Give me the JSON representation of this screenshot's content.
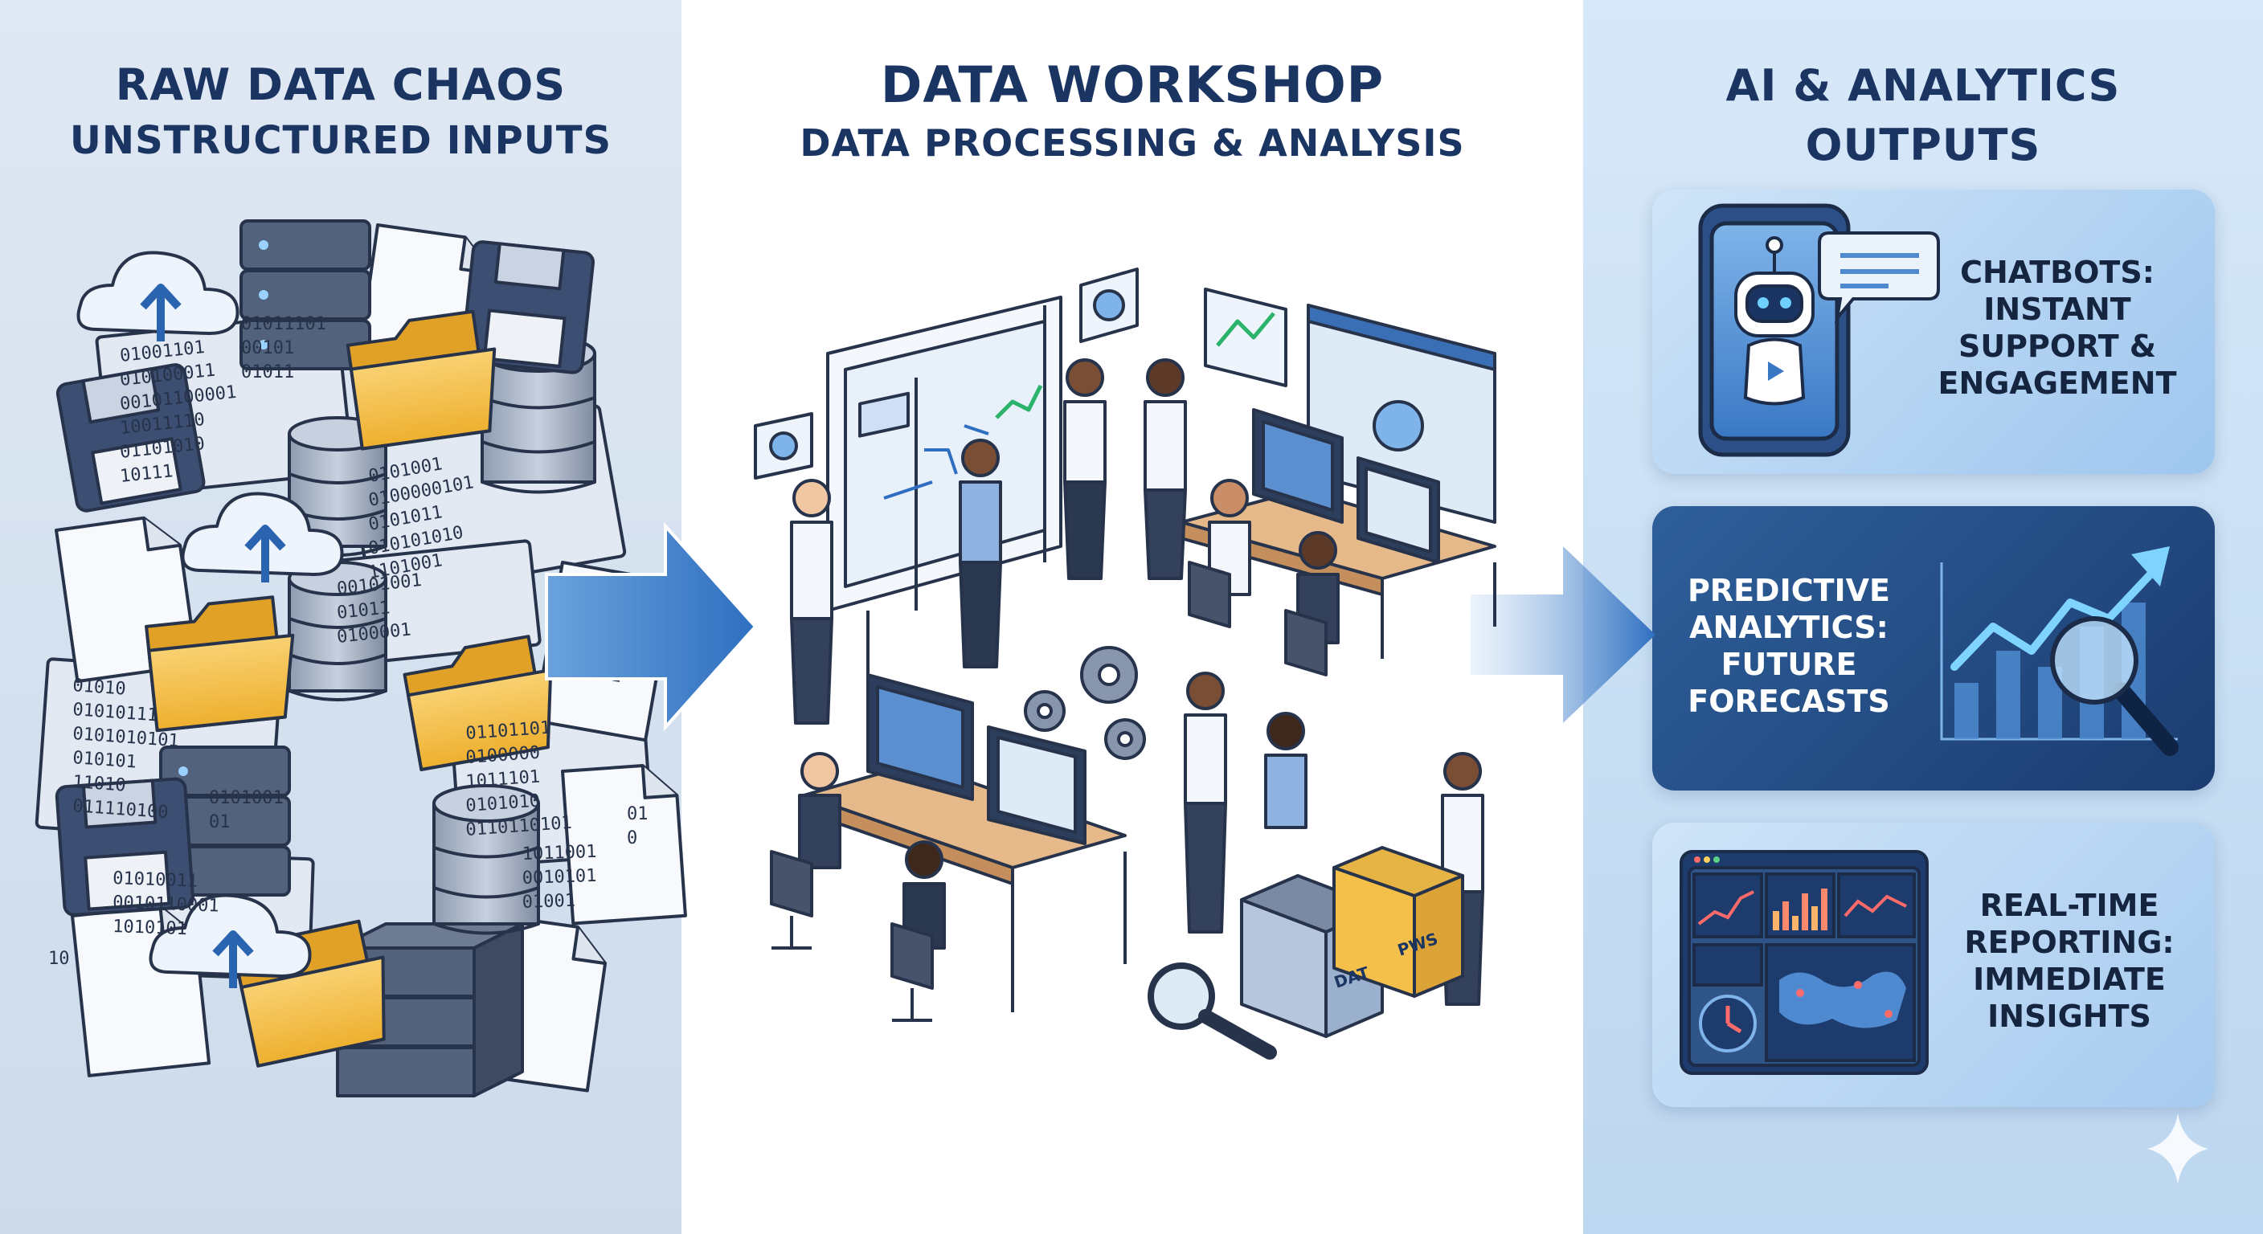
{
  "left": {
    "title": "RAW DATA CHAOS",
    "subtitle": "UNSTRUCTURED INPUTS",
    "binary_strings": [
      "01001101",
      "010100011",
      "00101100001",
      "10011110",
      "01101010",
      "10111",
      "0101001",
      "0100000101",
      "0101011",
      "010101010",
      "1101001",
      "01010",
      "01010111",
      "0101010101",
      "010101",
      "11010",
      "011110100",
      "01101101",
      "0100000",
      "1011101",
      "0101010",
      "0110110101",
      "01010011",
      "0010110001",
      "1010101",
      "00101001",
      "01011",
      "0100001",
      "01011101",
      "00101",
      "01011",
      "1011001",
      "0010101",
      "01001",
      "0101",
      "110",
      "0101",
      "0101001",
      "01",
      "01",
      "0",
      "10"
    ]
  },
  "center": {
    "title": "DATA WORKSHOP",
    "subtitle": "DATA PROCESSING & ANALYSIS",
    "box_labels": [
      "DAT",
      "PWS"
    ]
  },
  "right": {
    "title_line1": "AI & ANALYTICS",
    "title_line2": "OUTPUTS",
    "cards": [
      {
        "lines": [
          "CHATBOTS:",
          "INSTANT",
          "SUPPORT &",
          "ENGAGEMENT"
        ]
      },
      {
        "lines": [
          "PREDICTIVE",
          "ANALYTICS:",
          "FUTURE",
          "FORECASTS"
        ]
      },
      {
        "lines": [
          "REAL-TIME",
          "REPORTING:",
          "IMMEDIATE",
          "INSIGHTS"
        ]
      }
    ]
  },
  "colors": {
    "navy": "#1b3563",
    "arrow_blue": "#2f6fc0",
    "folder_yellow": "#f5c04a",
    "accent_green": "#2bb36b",
    "dark_card": "#1b3c70"
  },
  "icons": [
    "cloud-upload-icon",
    "server-rack-icon",
    "database-icon",
    "floppy-disk-icon",
    "folder-icon",
    "document-icon",
    "gear-icon",
    "magnifier-icon",
    "robot-icon",
    "chat-bubble-icon",
    "trend-chart-icon",
    "world-map-icon",
    "clock-icon",
    "sparkle-icon"
  ]
}
